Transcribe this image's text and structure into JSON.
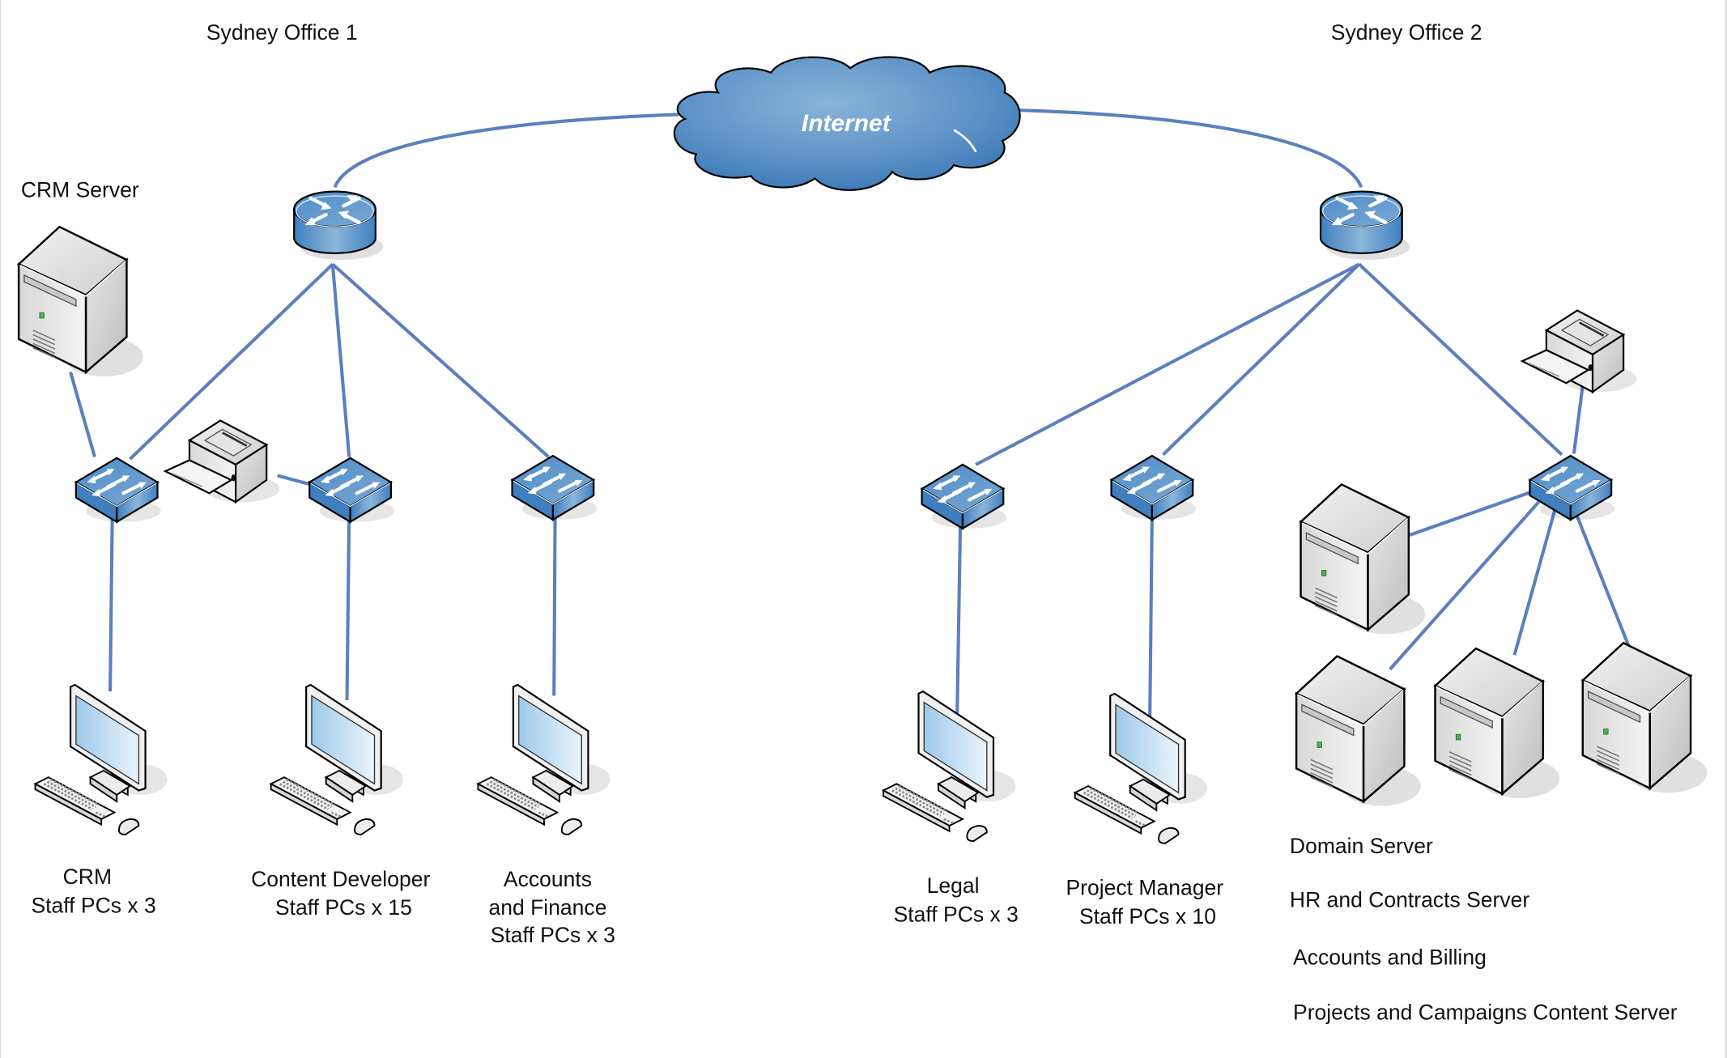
{
  "diagram": {
    "title_left": "Sydney Office 1",
    "title_right": "Sydney Office 2",
    "internet": {
      "label": "Internet",
      "icon": "cloud-icon"
    },
    "link_color": "#5b7fbf",
    "device_blue": "#3f7fbf",
    "office1": {
      "router": {
        "icon": "router-icon"
      },
      "crm_server": {
        "label": "CRM Server",
        "icon": "server-icon"
      },
      "printer": {
        "icon": "printer-icon"
      },
      "switches": [
        {
          "icon": "switch-icon"
        },
        {
          "icon": "switch-icon"
        },
        {
          "icon": "switch-icon"
        }
      ],
      "workstations": [
        {
          "label_lines": [
            "CRM",
            "Staff PCs x 3"
          ],
          "icon": "workstation-icon"
        },
        {
          "label_lines": [
            "Content Developer",
            "Staff PCs x 15"
          ],
          "icon": "workstation-icon"
        },
        {
          "label_lines": [
            "Accounts",
            "and Finance",
            "Staff PCs x 3"
          ],
          "icon": "workstation-icon"
        }
      ]
    },
    "office2": {
      "router": {
        "icon": "router-icon"
      },
      "printer": {
        "icon": "printer-icon"
      },
      "switches": [
        {
          "icon": "switch-icon"
        },
        {
          "icon": "switch-icon"
        },
        {
          "icon": "switch-icon"
        }
      ],
      "workstations": [
        {
          "label_lines": [
            "Legal",
            "Staff PCs x 3"
          ],
          "icon": "workstation-icon"
        },
        {
          "label_lines": [
            "Project Manager",
            "Staff PCs x 10"
          ],
          "icon": "workstation-icon"
        }
      ],
      "servers": [
        {
          "label": "Domain Server",
          "icon": "server-icon"
        },
        {
          "label": "HR and Contracts Server",
          "icon": "server-icon"
        },
        {
          "label": "Accounts and Billing",
          "icon": "server-icon"
        },
        {
          "label": "Projects and Campaigns Content Server",
          "icon": "server-icon"
        }
      ]
    }
  }
}
